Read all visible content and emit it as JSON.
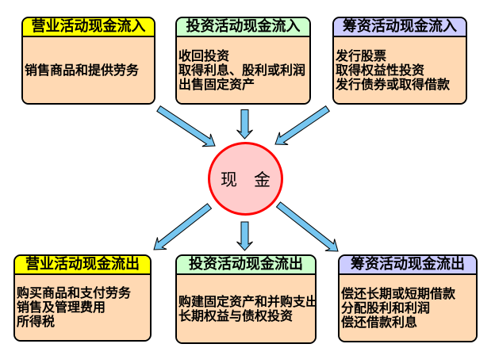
{
  "page": {
    "background_color": "#FFFFFF"
  },
  "center": {
    "label": "现　金",
    "fill_color": "#FFCCCC",
    "border_color": "#FF0000"
  },
  "arrows": {
    "color": "#76C6F0",
    "outline_color": "#000000"
  },
  "box_body_color": "#FFD9B3",
  "boxes": [
    {
      "id": "operating-inflow",
      "title": "营业活动现金流入",
      "header_color": "#FFFF00",
      "lines": [
        "销售商品和提供劳务"
      ]
    },
    {
      "id": "investing-inflow",
      "title": "投资活动现金流入",
      "header_color": "#CCFFCC",
      "lines": [
        "收回投资",
        "取得利息、股利或利润",
        "出售固定资产"
      ]
    },
    {
      "id": "financing-inflow",
      "title": "筹资活动现金流入",
      "header_color": "#CCCCFF",
      "lines": [
        "发行股票",
        "取得权益性投资",
        "发行债券或取得借款"
      ]
    },
    {
      "id": "operating-outflow",
      "title": "营业活动现金流出",
      "header_color": "#FFFF00",
      "lines": [
        "购买商品和支付劳务",
        "销售及管理费用",
        "所得税"
      ]
    },
    {
      "id": "investing-outflow",
      "title": "投资活动现金流出",
      "header_color": "#CCFFCC",
      "lines": [
        "购建固定资产和并购支出",
        "长期权益与债权投资"
      ]
    },
    {
      "id": "financing-outflow",
      "title": "筹资活动现金流出",
      "header_color": "#CCCCFF",
      "lines": [
        "偿还长期或短期借款",
        "分配股利和利润",
        "偿还借款利息"
      ]
    }
  ]
}
